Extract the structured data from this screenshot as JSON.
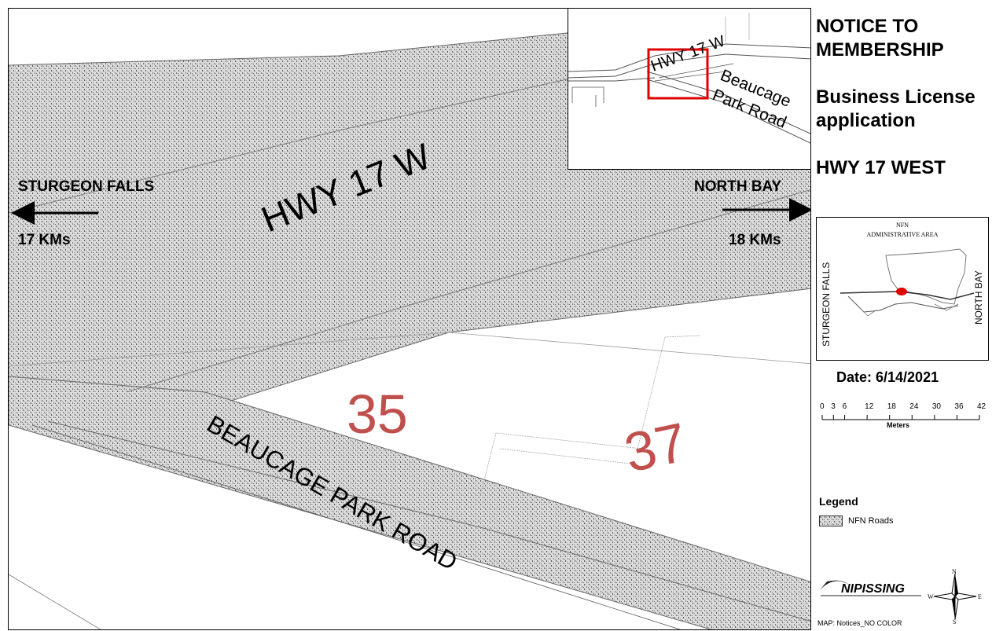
{
  "notice": {
    "line1": "NOTICE TO",
    "line2": "MEMBERSHIP",
    "line3": "Business License",
    "line4": "application",
    "line5": "HWY 17 WEST"
  },
  "map": {
    "road_hwy": "HWY 17 W",
    "road_beaucage": "BEAUCAGE PARK ROAD",
    "lot_35": "35",
    "lot_37": "37",
    "west_dest": "STURGEON FALLS",
    "west_dist": "17 KMs",
    "east_dest": "NORTH BAY",
    "east_dist": "18 KMs",
    "lot_color": "#c0504d",
    "road_fill": "#e2e2e2"
  },
  "overview": {
    "hwy_label": "HWY 17 W",
    "beaucage_line1": "Beaucage",
    "beaucage_line2": "Park Road",
    "highlight_color": "#e00000"
  },
  "inset": {
    "title1": "NFN",
    "title2": "ADMINISTRATIVE AREA",
    "left_label": "STURGEON FALLS",
    "right_label": "NORTH BAY",
    "marker_color": "#e00000"
  },
  "date": "Date: 6/14/2021",
  "scale": {
    "ticks": [
      "0",
      "3",
      "6",
      "12",
      "18",
      "24",
      "30",
      "36",
      "42"
    ],
    "unit": "Meters"
  },
  "legend": {
    "title": "Legend",
    "item": "NFN Roads"
  },
  "logo": {
    "name": "NIPISSING"
  },
  "compass": {
    "n": "N",
    "s": "S",
    "e": "E",
    "w": "W"
  },
  "footer": "MAP: Notices_NO COLOR"
}
